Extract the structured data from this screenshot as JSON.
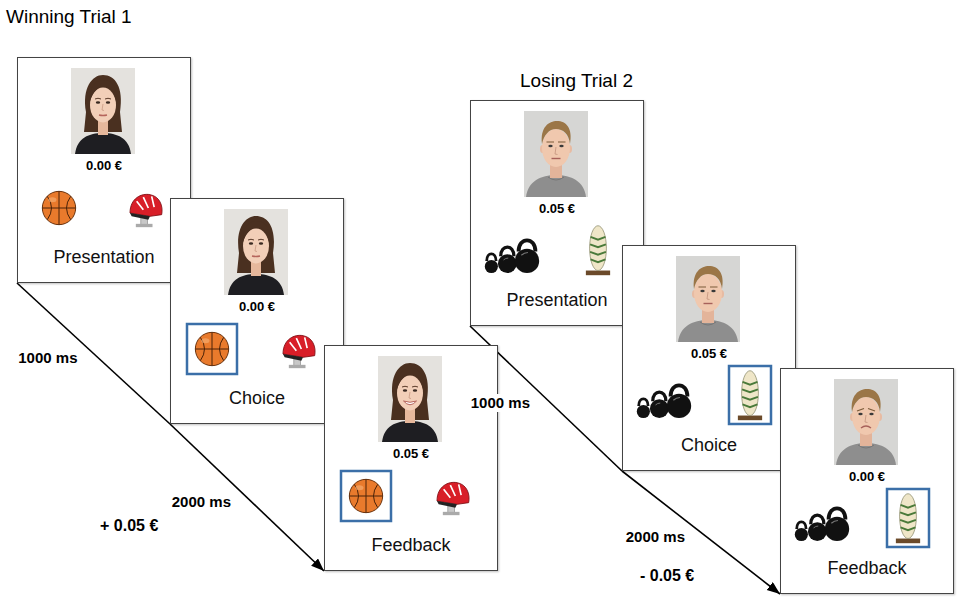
{
  "diagram": {
    "nodes": [
      {
        "text": [
          "0.00 €",
          "Presentation"
        ]
      },
      {
        "text": [
          "0.00 €",
          "Choice"
        ]
      },
      {
        "text": [
          "0.05 €",
          "Feedback"
        ]
      },
      {
        "text": [
          "0.05 €",
          "Presentation"
        ]
      },
      {
        "text": [
          "0.05 €",
          "Choice"
        ]
      },
      {
        "text": [
          "0.00 €",
          "Feedback"
        ]
      }
    ],
    "edges": [
      {
        "from": 0,
        "to": 1,
        "label": "1000 ms",
        "arrow": "none"
      },
      {
        "from": 1,
        "to": 2,
        "label": "2000 ms",
        "arrow": "to"
      },
      {
        "from": 3,
        "to": 4,
        "label": "1000 ms",
        "arrow": "none"
      },
      {
        "from": 4,
        "to": 5,
        "label": "2000 ms",
        "arrow": "to"
      }
    ],
    "labels": [
      "Winning Trial 1",
      "Losing Trial 2",
      "+ 0.05 €",
      "- 0.05 €"
    ]
  }
}
